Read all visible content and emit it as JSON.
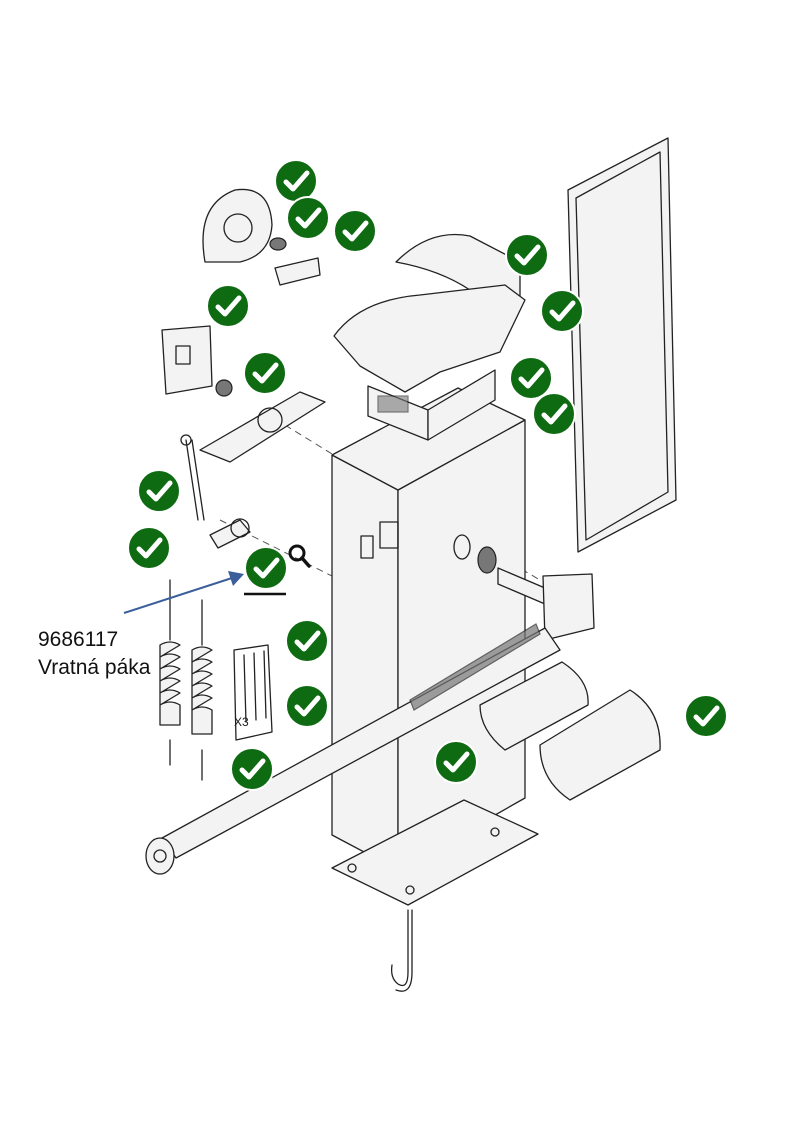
{
  "selected_part": {
    "number": "9686117",
    "name": "Vratná páka"
  },
  "magnifier_icon": "magnifier-icon",
  "check_icon": "check-circle-icon",
  "colors": {
    "check": "#0e6b12",
    "arrow": "#3a5f9a",
    "line": "#222222"
  },
  "scale_label": "X3"
}
